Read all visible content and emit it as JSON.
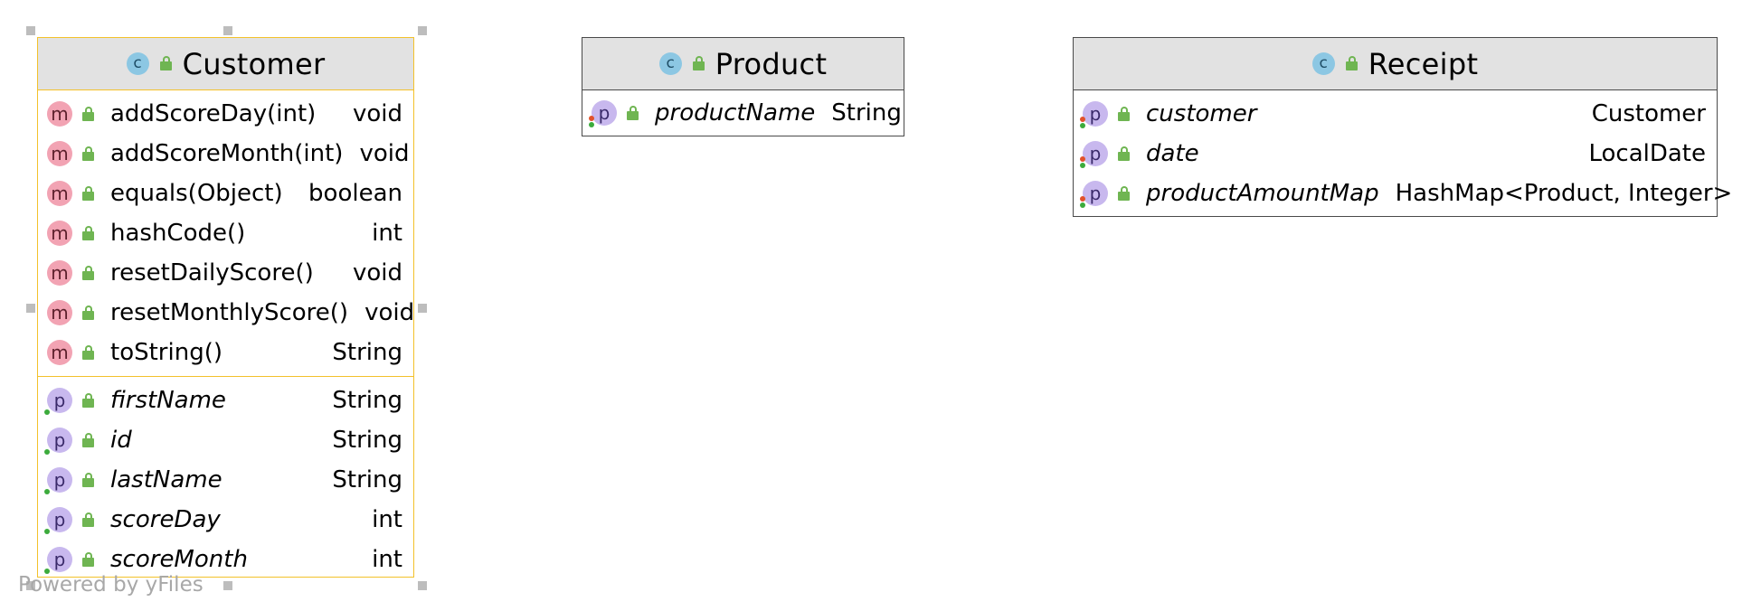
{
  "watermark": "Powered by yFiles",
  "colors": {
    "selection_border": "#f3c12b",
    "class_border": "#4a4a4a",
    "header_bg": "#e2e2e2",
    "class_icon": "#8cc7e3",
    "method_badge": "#f2a3b3",
    "property_badge": "#c8b8ee",
    "public_lock": "#6fb552"
  },
  "classes": [
    {
      "name": "Customer",
      "icon": "class-icon",
      "selected": true,
      "methods": [
        {
          "badge": "m",
          "name": "addScoreDay(int)",
          "type": "void"
        },
        {
          "badge": "m",
          "name": "addScoreMonth(int)",
          "type": "void"
        },
        {
          "badge": "m",
          "name": "equals(Object)",
          "type": "boolean"
        },
        {
          "badge": "m",
          "name": "hashCode()",
          "type": "int"
        },
        {
          "badge": "m",
          "name": "resetDailyScore()",
          "type": "void"
        },
        {
          "badge": "m",
          "name": "resetMonthlyScore()",
          "type": "void"
        },
        {
          "badge": "m",
          "name": "toString()",
          "type": "String"
        }
      ],
      "properties": [
        {
          "badge": "p",
          "name": "firstName",
          "type": "String"
        },
        {
          "badge": "p",
          "name": "id",
          "type": "String"
        },
        {
          "badge": "p",
          "name": "lastName",
          "type": "String"
        },
        {
          "badge": "p",
          "name": "scoreDay",
          "type": "int"
        },
        {
          "badge": "p",
          "name": "scoreMonth",
          "type": "int"
        }
      ]
    },
    {
      "name": "Product",
      "icon": "class-icon",
      "selected": false,
      "properties": [
        {
          "badge": "p",
          "name": "productName",
          "type": "String"
        }
      ]
    },
    {
      "name": "Receipt",
      "icon": "class-icon",
      "selected": false,
      "properties": [
        {
          "badge": "p",
          "name": "customer",
          "type": "Customer"
        },
        {
          "badge": "p",
          "name": "date",
          "type": "LocalDate"
        },
        {
          "badge": "p",
          "name": "productAmountMap",
          "type": "HashMap<Product, Integer>"
        }
      ]
    }
  ]
}
